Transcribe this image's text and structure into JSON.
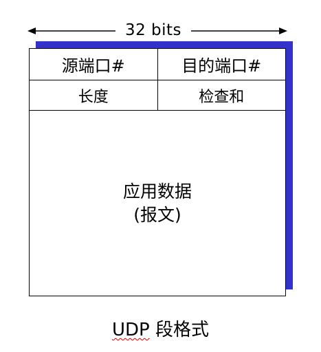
{
  "width_label": "32 bits",
  "header": {
    "source_port": "源端口#",
    "dest_port": "目的端口#",
    "length": "长度",
    "checksum": "检查和"
  },
  "payload": {
    "line1": "应用数据",
    "line2": "(报文)"
  },
  "caption": {
    "protocol": "UDP",
    "text": "段格式"
  },
  "colors": {
    "shadow": "#3333cc",
    "border": "#000000",
    "spell_underline": "#cc0000"
  }
}
